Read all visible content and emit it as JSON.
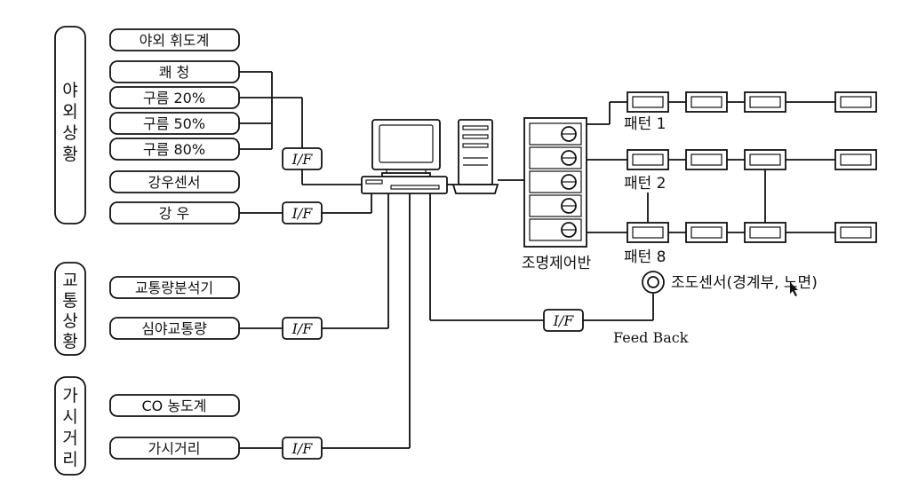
{
  "groups": {
    "outdoor": "야외상황",
    "traffic": "교통상황",
    "visibility": "가시거리"
  },
  "sensors": {
    "luminance_meter": "야외 휘도계",
    "clear": "쾌 청",
    "cloud_20": "구름 20%",
    "cloud_50": "구름 50%",
    "cloud_80": "구름 80%",
    "rain_sensor": "강우센서",
    "rain": "강 우",
    "traffic_analyzer": "교통량분석기",
    "night_traffic": "심야교통량",
    "co_meter": "CO 농도계",
    "visibility": "가시거리"
  },
  "interface_label": "I/F",
  "lighting_panel_label": "조명제어반",
  "patterns": {
    "p1": "패턴 1",
    "p2": "패턴 2",
    "p8": "패턴 8"
  },
  "illum_sensor_label": "조도센서(경계부, 노면)",
  "feedback_label": "Feed Back"
}
